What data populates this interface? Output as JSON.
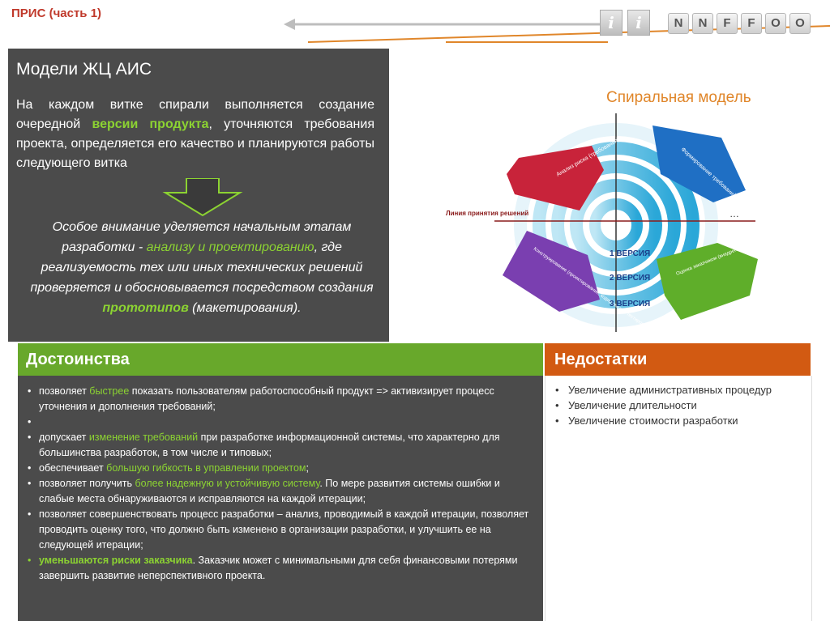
{
  "header": {
    "title": "ПРИС (часть 1)"
  },
  "logo": {
    "cubes": [
      "i",
      "i"
    ],
    "letters": [
      "N",
      "N",
      "F",
      "F",
      "O",
      "O"
    ]
  },
  "panel": {
    "title": "Модели ЖЦ АИС",
    "intro_1": "На каждом витке спирали выполняется создание очередной ",
    "intro_hl": "версии продукта",
    "intro_2": ", уточняются требования проекта, определяется его качество и планируются работы следующего витка",
    "emph_1": "Особое внимание уделяется начальным этапам разработки - ",
    "emph_hl1": "анализу и проектированию",
    "emph_2": ", где реализуемость тех или иных технических решений проверяется и обосновывается посредством создания ",
    "emph_hl2": "прототипов",
    "emph_3": " (макетирования)."
  },
  "diagram": {
    "title": "Спиральная модель",
    "acceptance_line": "Линия принятия решений",
    "dots": "…",
    "versions": [
      "1 ВЕРСИЯ",
      "2 ВЕРСИЯ",
      "3 ВЕРСИЯ"
    ],
    "quadrants": {
      "analysis": "Анализ риска (требования)",
      "formation": "Формирование требований",
      "construction": "Конструирование (проектирование, кодирование, тестирование и интеграция)",
      "evaluation": "Оценка заказчиком (внедрение и сопровождение)"
    },
    "colors": {
      "red": "#c8233a",
      "blue": "#1f6fc4",
      "purple": "#7a3fb0",
      "green": "#5fae2a",
      "ring": "#2aa7d8"
    }
  },
  "advantages": {
    "title": "Достоинства",
    "i1_a": "позволяет ",
    "i1_hl": "быстрее",
    "i1_b": " показать пользователям работоспособный продукт => активизирует процесс уточнения и дополнения требований;",
    "i2_a": "допускает ",
    "i2_hl": "изменение требований",
    "i2_b": " при разработке информационной системы, что характерно для большинства разработок, в том числе и типовых;",
    "i3_a": "обеспечивает ",
    "i3_hl": "большую гибкость в управлении проектом",
    "i3_b": ";",
    "i4_a": "позволяет получить ",
    "i4_hl": "более надежную и устойчивую систему",
    "i4_b": ". По мере развития системы ошибки и слабые места обнаруживаются и исправляются на каждой итерации;",
    "i5": "позволяет совершенствовать процесс разработки – анализ, проводимый в каждой итерации, позволяет проводить оценку того, что должно быть изменено в организации разработки, и улучшить ее на следующей итерации;",
    "i6_hl": "уменьшаются риски заказчика",
    "i6_b": ". Заказчик может с минимальными для себя финансовыми потерями завершить развитие неперспективного проекта."
  },
  "disadvantages": {
    "title": "Недостатки",
    "items": [
      "Увеличение административных процедур",
      "Увеличение длительности",
      "Увеличение стоимости разработки"
    ]
  }
}
